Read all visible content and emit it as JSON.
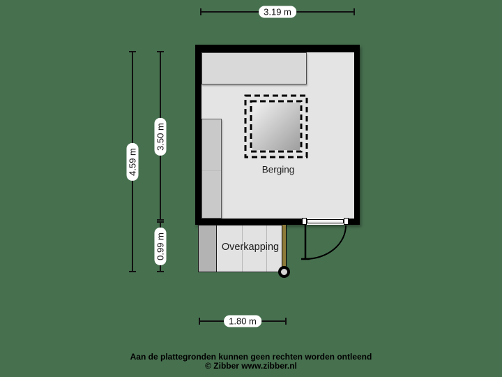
{
  "plan": {
    "rooms": {
      "berging": {
        "label": "Berging"
      },
      "overkapping": {
        "label": "Overkapping"
      }
    },
    "dimensions": {
      "top_width": "3.19 m",
      "total_height": "4.59 m",
      "berging_height": "3.50 m",
      "overkapping_height": "0.99 m",
      "overkapping_width": "1.80 m"
    },
    "colors": {
      "background": "#47704f",
      "wall": "#000000",
      "floor": "#e4e4e4",
      "fixture": "#d9d9d9",
      "overkapping_wall": "#b3b3b3",
      "beam": "#8e7b3a"
    }
  },
  "footer": {
    "disclaimer": "Aan de plattegronden kunnen geen rechten worden ontleend",
    "credit": "© Zibber www.zibber.nl"
  }
}
